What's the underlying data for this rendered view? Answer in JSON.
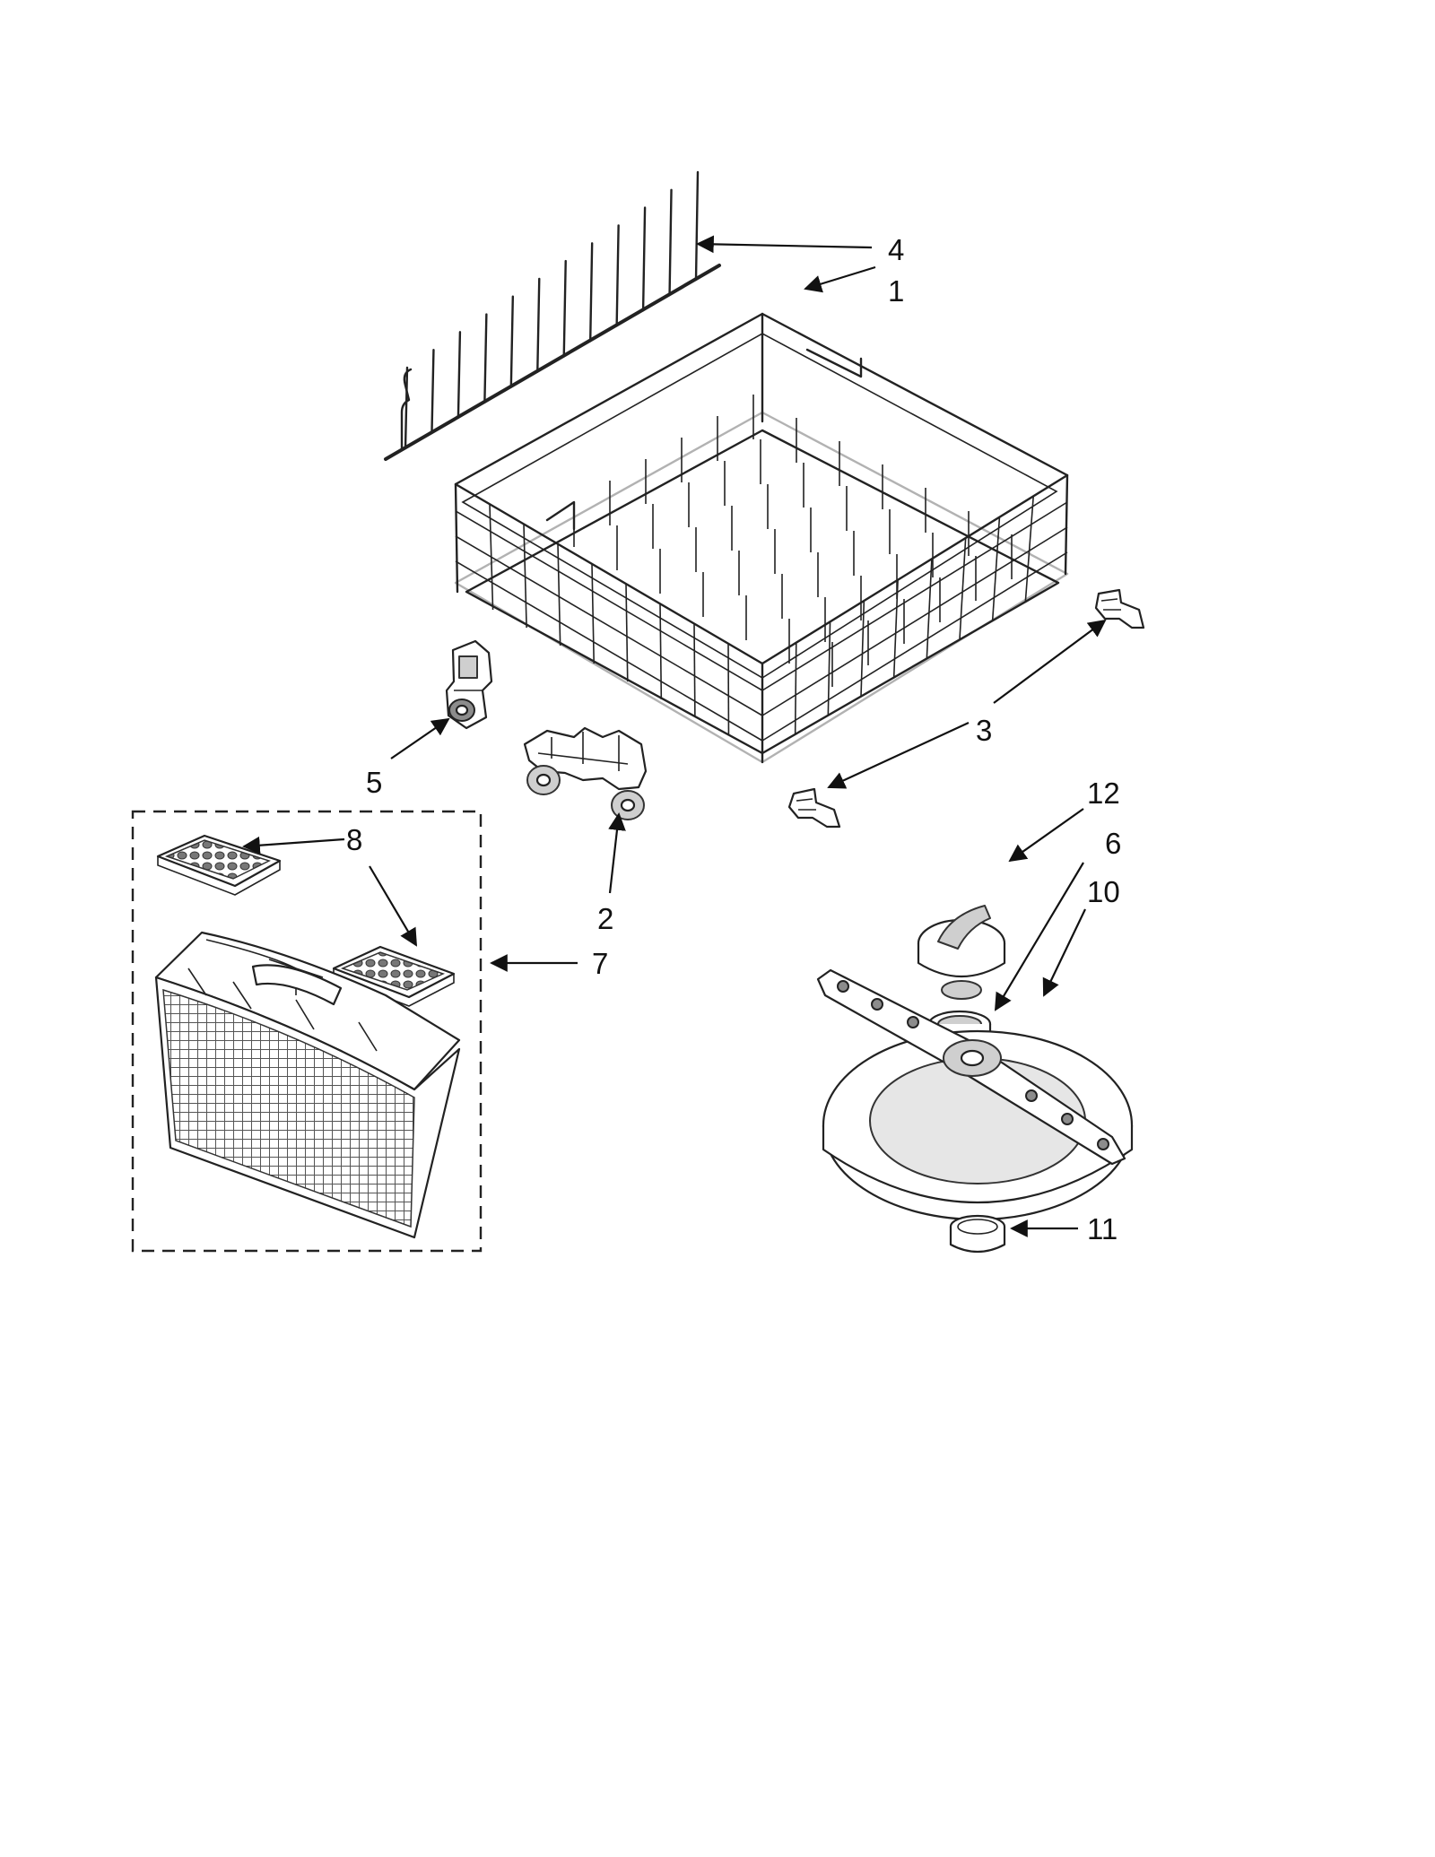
{
  "callouts": {
    "c1": "1",
    "c2": "2",
    "c3": "3",
    "c4": "4",
    "c5": "5",
    "c6": "6",
    "c7": "7",
    "c8": "8",
    "c10": "10",
    "c11": "11",
    "c12": "12"
  },
  "parts": [
    {
      "id": "1",
      "icon": "dishrack-icon"
    },
    {
      "id": "2",
      "icon": "rack-wheel-bracket-icon"
    },
    {
      "id": "3",
      "icon": "rack-rail-stop-icon"
    },
    {
      "id": "4",
      "icon": "tine-row-icon"
    },
    {
      "id": "5",
      "icon": "rack-roller-icon"
    },
    {
      "id": "6",
      "icon": "seal-ring-icon"
    },
    {
      "id": "7",
      "icon": "silverware-basket-icon"
    },
    {
      "id": "8",
      "icon": "basket-lid-icon"
    },
    {
      "id": "10",
      "icon": "spray-arm-assembly-icon"
    },
    {
      "id": "11",
      "icon": "retaining-ring-icon"
    },
    {
      "id": "12",
      "icon": "spray-arm-cap-icon"
    }
  ],
  "colors": {
    "line": "#222222",
    "background": "#ffffff"
  }
}
